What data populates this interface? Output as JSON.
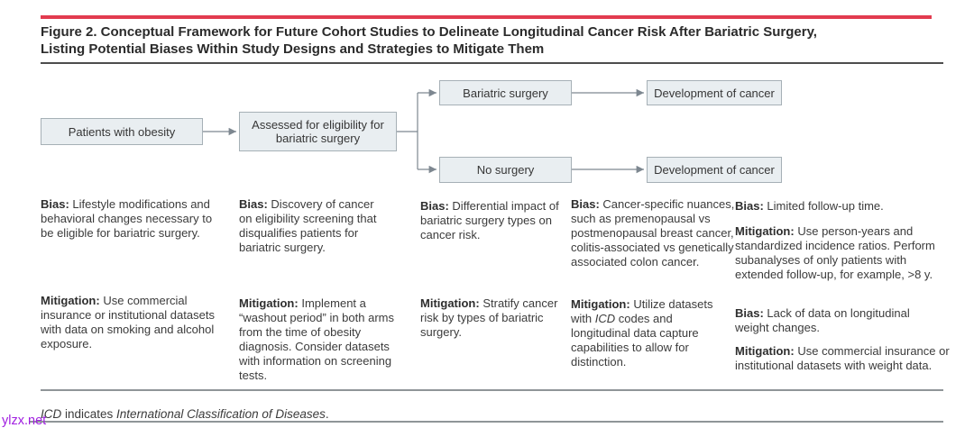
{
  "figure": {
    "title_line1": "Figure 2. Conceptual Framework for Future Cohort Studies to Delineate Longitudinal Cancer Risk After Bariatric Surgery,",
    "title_line2": "Listing Potential Biases Within Study Designs and Strategies to Mitigate Them"
  },
  "flowchart": {
    "patients": "Patients with obesity",
    "assessed": "Assessed for eligibility for bariatric surgery",
    "bariatric": "Bariatric surgery",
    "no_surgery": "No surgery",
    "cancer_after_surgery": "Development of cancer",
    "cancer_after_no_surgery": "Development of cancer"
  },
  "columns": [
    {
      "bias": {
        "label": "Bias:",
        "text": "Lifestyle modifications and behavioral changes necessary to be eligible for bariatric surgery."
      },
      "mitigation": {
        "label": "Mitigation:",
        "text": "Use commercial insurance or institutional datasets with data on smoking and alcohol exposure."
      }
    },
    {
      "bias": {
        "label": "Bias:",
        "text": "Discovery of cancer on eligibility screening that disqualifies patients for bariatric surgery."
      },
      "mitigation": {
        "label": "Mitigation:",
        "text": "Implement a “washout period” in both arms from the time of obesity diagnosis. Consider datasets with information on screening tests."
      }
    },
    {
      "bias": {
        "label": "Bias:",
        "text": "Differential impact of bariatric surgery types on cancer risk."
      },
      "mitigation": {
        "label": "Mitigation:",
        "text": "Stratify cancer risk by types of bariatric surgery."
      }
    },
    {
      "bias": {
        "label": "Bias:",
        "text": "Cancer-specific nuances, such as premenopausal vs postmenopausal breast cancer, colitis-associated vs genetically associated colon cancer."
      },
      "mitigation": {
        "label": "Mitigation:",
        "pre": "Utilize datasets with ",
        "italic": "ICD",
        "post": " codes and longitudinal data capture capabilities to allow for distinction."
      }
    },
    {
      "bias": {
        "label": "Bias:",
        "text": "Limited follow-up time."
      },
      "mitigation": {
        "label": "Mitigation:",
        "text": "Use person-years and standardized incidence ratios. Perform subanalyses of only patients with extended follow-up, for example, >8 y."
      },
      "bias2": {
        "label": "Bias:",
        "text": "Lack of data on longitudinal weight changes."
      },
      "mitigation2": {
        "label": "Mitigation:",
        "text": "Use commercial insurance or institutional datasets with weight data."
      }
    }
  ],
  "footnote": {
    "icd": "ICD",
    "indicates": " indicates ",
    "name": "International Classification of Diseases",
    "period": "."
  },
  "watermark": "ylzx.net",
  "colors": {
    "accent_red": "#e23b4f",
    "box_fill": "#e9eef1",
    "box_border": "#a6b0b6",
    "rule_dark": "#4d4d4d",
    "rule_gray": "#8f9598",
    "arrow_gray": "#7d8790",
    "text_dark": "#2b2b2b",
    "watermark_purple": "#a01fe0"
  }
}
